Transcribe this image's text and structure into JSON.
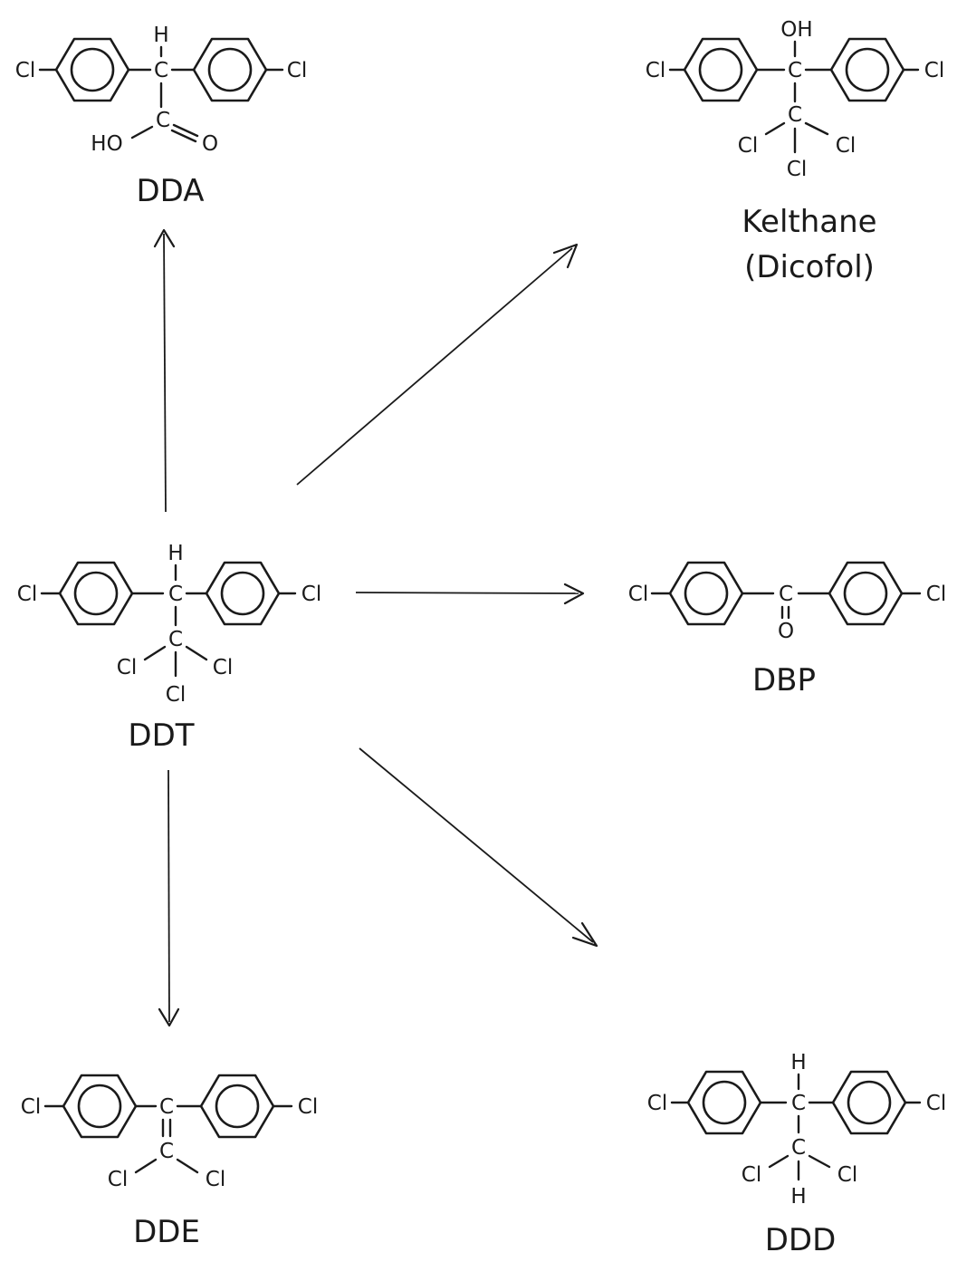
{
  "compounds": {
    "dda": {
      "name": "DDA",
      "left_substituent": "Cl",
      "right_substituent": "Cl",
      "center_atom": "C",
      "top_atom": "H",
      "carboxyl_carbon": "C",
      "hydroxyl": "HO",
      "carbonyl_oxygen": "O"
    },
    "kelthane": {
      "name": "Kelthane",
      "alt_name": "(Dicofol)",
      "left_substituent": "Cl",
      "right_substituent": "Cl",
      "center_atom": "C",
      "top_atom": "OH",
      "second_carbon": "C",
      "cl_left": "Cl",
      "cl_right": "Cl",
      "cl_bottom": "Cl"
    },
    "ddt": {
      "name": "DDT",
      "left_substituent": "Cl",
      "right_substituent": "Cl",
      "center_atom": "C",
      "top_atom": "H",
      "second_carbon": "C",
      "cl_left": "Cl",
      "cl_right": "Cl",
      "cl_bottom": "Cl"
    },
    "dbp": {
      "name": "DBP",
      "left_substituent": "Cl",
      "right_substituent": "Cl",
      "center_atom": "C",
      "carbonyl_oxygen": "O"
    },
    "dde": {
      "name": "DDE",
      "left_substituent": "Cl",
      "right_substituent": "Cl",
      "center_atom": "C",
      "second_carbon": "C",
      "cl_left": "Cl",
      "cl_right": "Cl"
    },
    "ddd": {
      "name": "DDD",
      "left_substituent": "Cl",
      "right_substituent": "Cl",
      "center_atom": "C",
      "top_atom": "H",
      "second_carbon": "C",
      "cl_left": "Cl",
      "cl_right": "Cl",
      "bottom_atom": "H"
    }
  },
  "pathways": [
    {
      "from": "DDT",
      "to": "DDA"
    },
    {
      "from": "DDT",
      "to": "Kelthane"
    },
    {
      "from": "DDT",
      "to": "DBP"
    },
    {
      "from": "DDT",
      "to": "DDE"
    },
    {
      "from": "DDT",
      "to": "DDD"
    }
  ],
  "colors": {
    "ink": "#1a1a1a",
    "background": "#ffffff"
  }
}
